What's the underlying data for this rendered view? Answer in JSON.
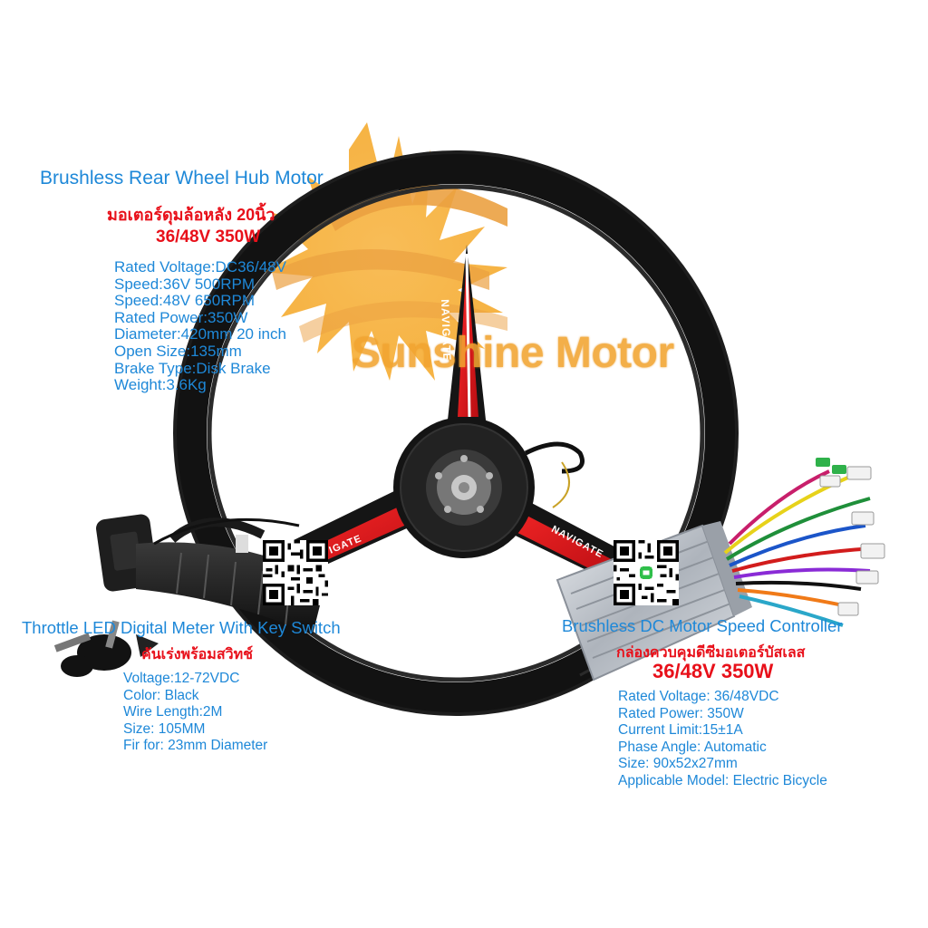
{
  "brand": {
    "watermark": "Sunshine Motor"
  },
  "motor": {
    "title": "Brushless Rear Wheel Hub Motor",
    "subtitle_th": "มอเตอร์ดุมล้อหลัง  20นิ้ว",
    "rating": "36/48V 350W",
    "specs": [
      "Rated Voltage:DC36/48V",
      "Speed:36V 500RPM",
      "Speed:48V 650RPM",
      "Rated Power:350W",
      "Diameter:420mm 20 inch",
      "Open Size:135mm",
      "Brake Type:Disk Brake",
      "Weight:3.6Kg"
    ],
    "rim_decal": "NAVIGATE"
  },
  "throttle": {
    "title": "Throttle LED Digital Meter With Key Switch",
    "subtitle_th": "คันเร่งพร้อมสวิทช์",
    "specs": [
      "Voltage:12-72VDC",
      "Color: Black",
      "Wire Length:2M",
      "Size: 105MM",
      "Fir for: 23mm Diameter"
    ]
  },
  "controller": {
    "title": "Brushless DC Motor Speed Controller",
    "subtitle_th": "กล่องควบคุมดีซีมอเตอร์บัสเลส",
    "rating": "36/48V 350W",
    "specs": [
      "Rated Voltage: 36/48VDC",
      "Rated Power: 350W",
      "Current Limit:15±1A",
      "Phase Angle: Automatic",
      "Size: 90x52x27mm",
      "Applicable Model: Electric Bicycle"
    ]
  },
  "colors": {
    "label_blue": "#1e88d8",
    "label_red": "#e8101a",
    "sun_orange": "#f2a431",
    "tire_black": "#121212",
    "spoke_red": "#e01b22",
    "controller_silver": "#b9bec6"
  },
  "qr_codes": {
    "count": 2
  }
}
